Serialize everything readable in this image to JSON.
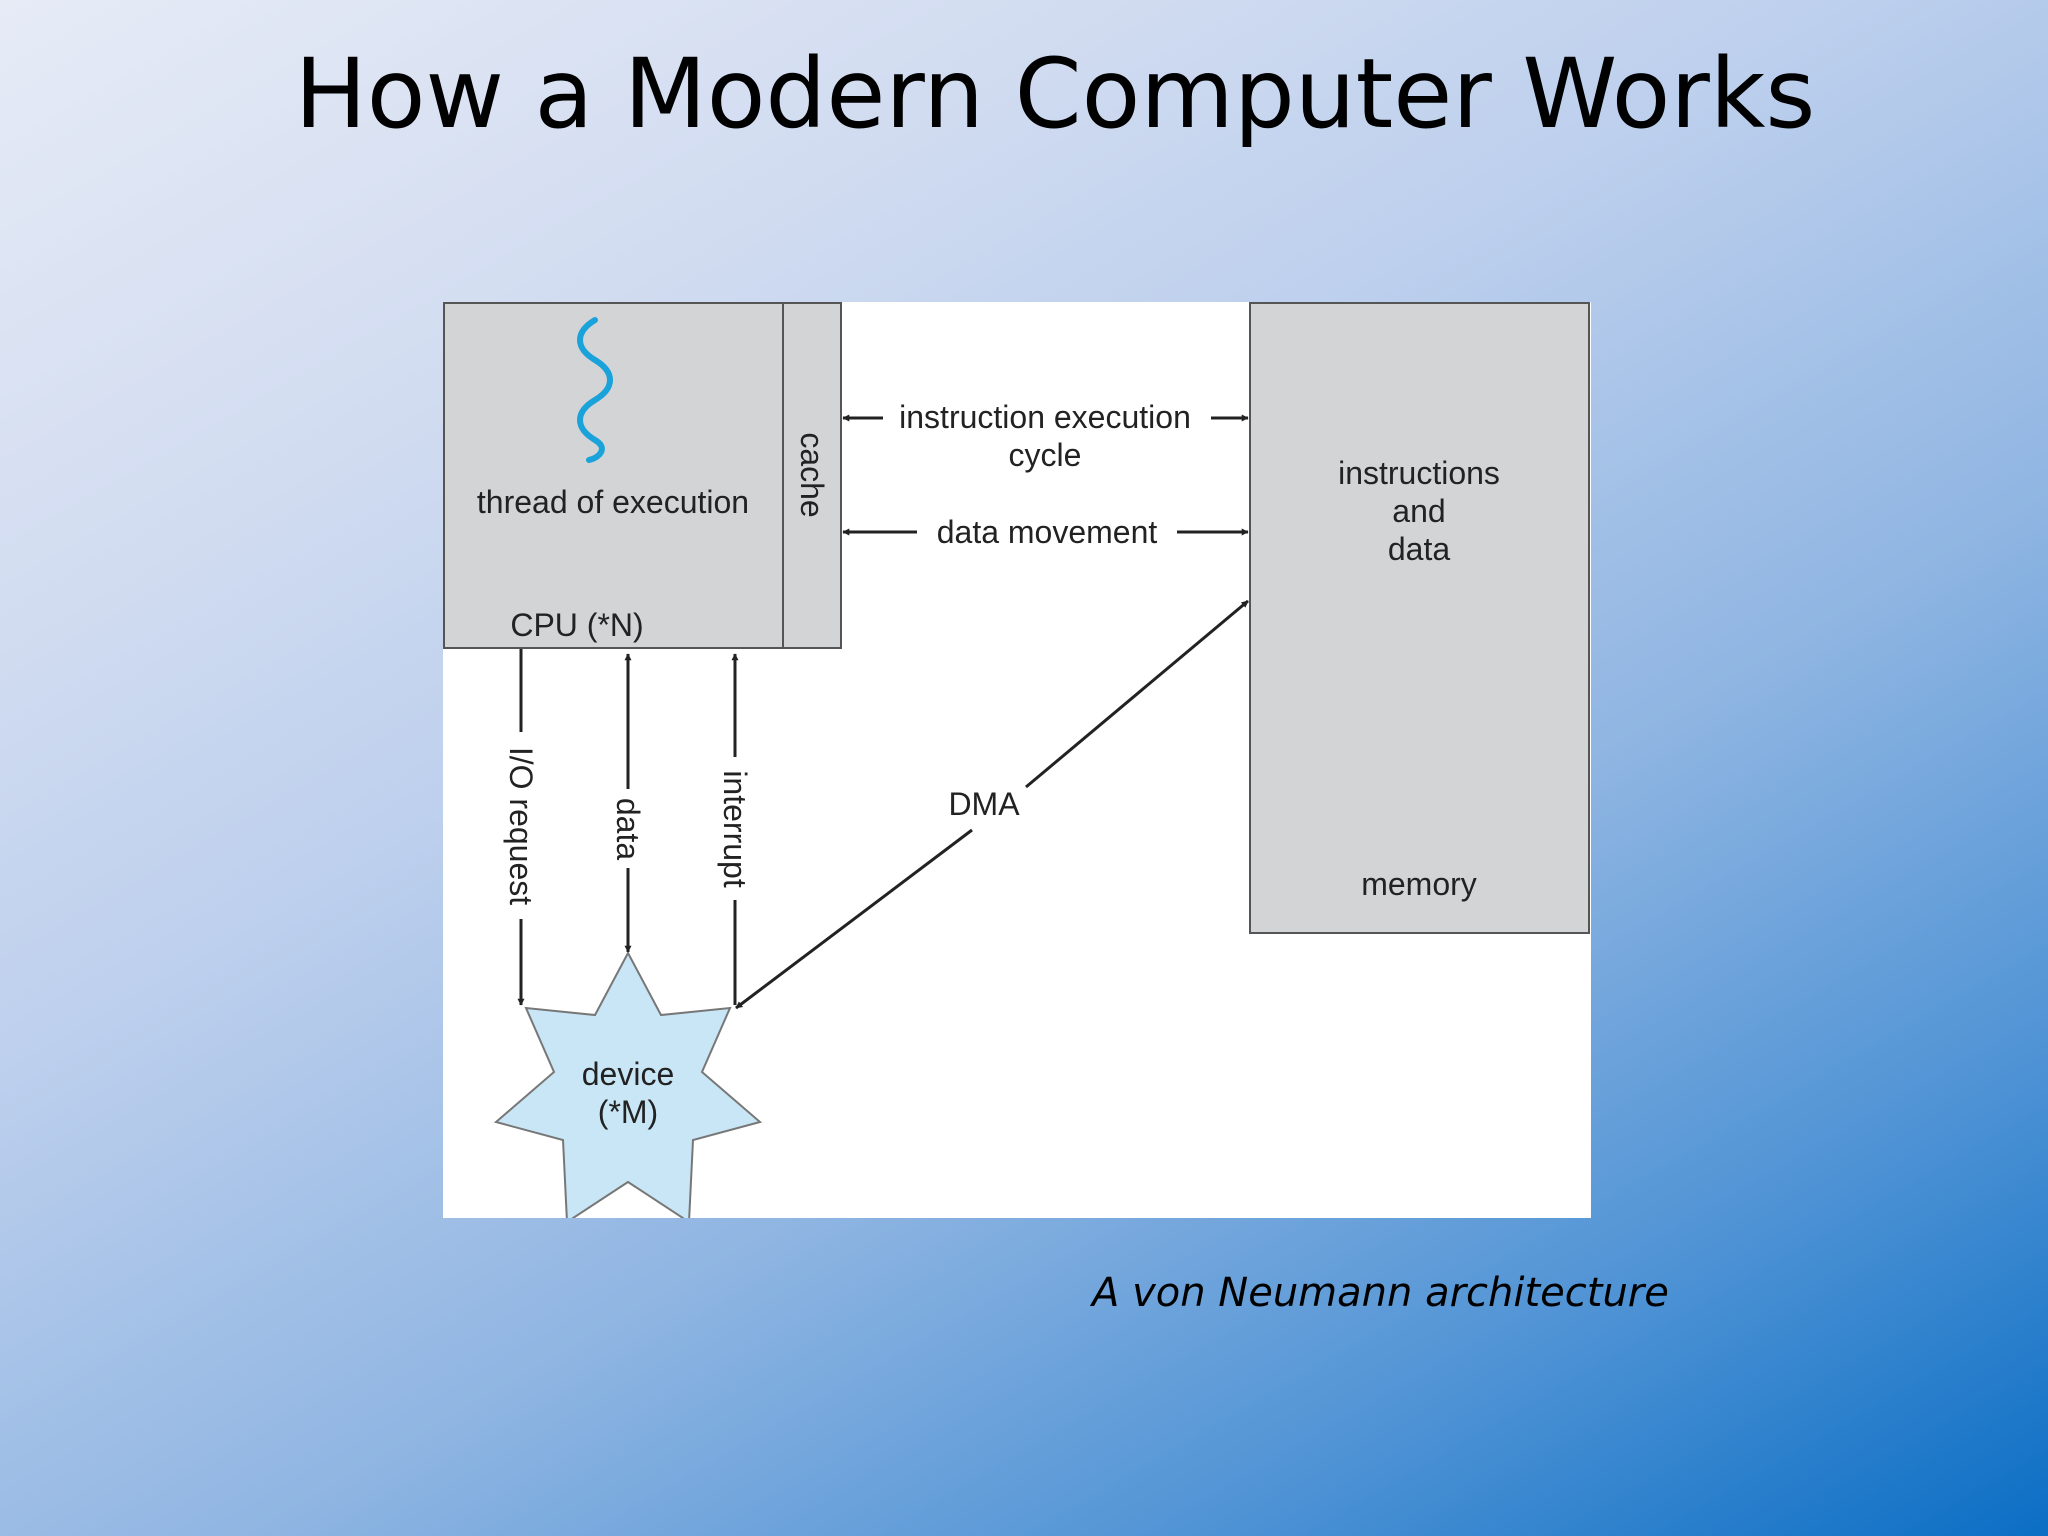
{
  "slide": {
    "title": "How a Modern Computer Works",
    "caption": "A von Neumann architecture"
  },
  "diagram": {
    "cpu": {
      "label": "CPU (*N)",
      "thread_label": "thread of execution",
      "cache_label": "cache"
    },
    "memory": {
      "label": "memory",
      "contents": [
        "instructions",
        "and",
        "data"
      ]
    },
    "device": {
      "label_lines": [
        "device",
        "(*M)"
      ]
    },
    "connections": {
      "instruction_cycle": [
        "instruction execution",
        "cycle"
      ],
      "data_movement": "data movement",
      "io_request": "I/O request",
      "data": "data",
      "interrupt": "interrupt",
      "dma": "DMA"
    },
    "colors": {
      "box_fill": "#d3d4d6",
      "box_stroke": "#555555",
      "device_fill": "#c9e6f7",
      "thread_stroke": "#1aa3db"
    }
  }
}
